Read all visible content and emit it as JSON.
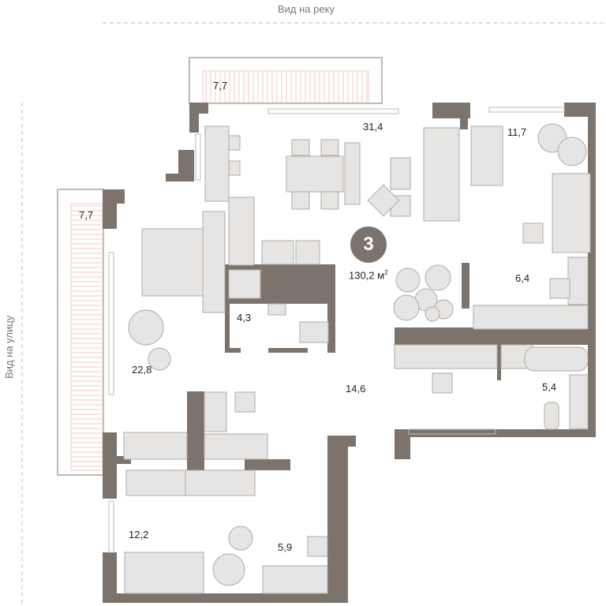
{
  "views": {
    "top": "Вид на реку",
    "left": "Вид на улицу"
  },
  "apartment": {
    "rooms_count": "3",
    "total_area": "130,2 м",
    "area_unit_sup": "2"
  },
  "colors": {
    "wall": "#7c746c",
    "furniture": "#e6e5e4",
    "furniture_stroke": "#b0aaa5",
    "balcony_hatch": "#f3c9c6",
    "badge": "#7c746c"
  },
  "rooms": [
    {
      "id": "balcony-top",
      "area": "7,7"
    },
    {
      "id": "balcony-left",
      "area": "7,7"
    },
    {
      "id": "living-kitchen",
      "area": "31,4"
    },
    {
      "id": "bedroom-top-right",
      "area": "11,7"
    },
    {
      "id": "dressing-right",
      "area": "6,4"
    },
    {
      "id": "bathroom-small",
      "area": "4,3"
    },
    {
      "id": "master-bedroom",
      "area": "22,8"
    },
    {
      "id": "hall",
      "area": "14,6"
    },
    {
      "id": "bathroom-right",
      "area": "5,4"
    },
    {
      "id": "bedroom-bottom-left",
      "area": "12,2"
    },
    {
      "id": "dressing-bottom",
      "area": "5,9"
    }
  ]
}
